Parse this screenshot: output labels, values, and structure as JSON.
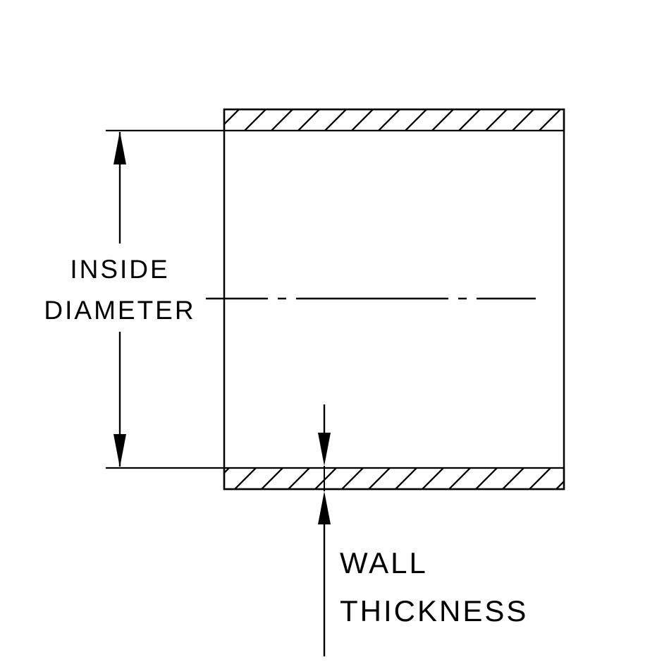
{
  "diagram": {
    "name": "hose-cross-section-dimension-drawing",
    "background": "#ffffff",
    "line_color": "#000000",
    "labels": {
      "inside_line1": "INSIDE",
      "inside_line2": "DIAMETER",
      "wall_line1": "WALL",
      "wall_line2": "THICKNESS"
    }
  }
}
